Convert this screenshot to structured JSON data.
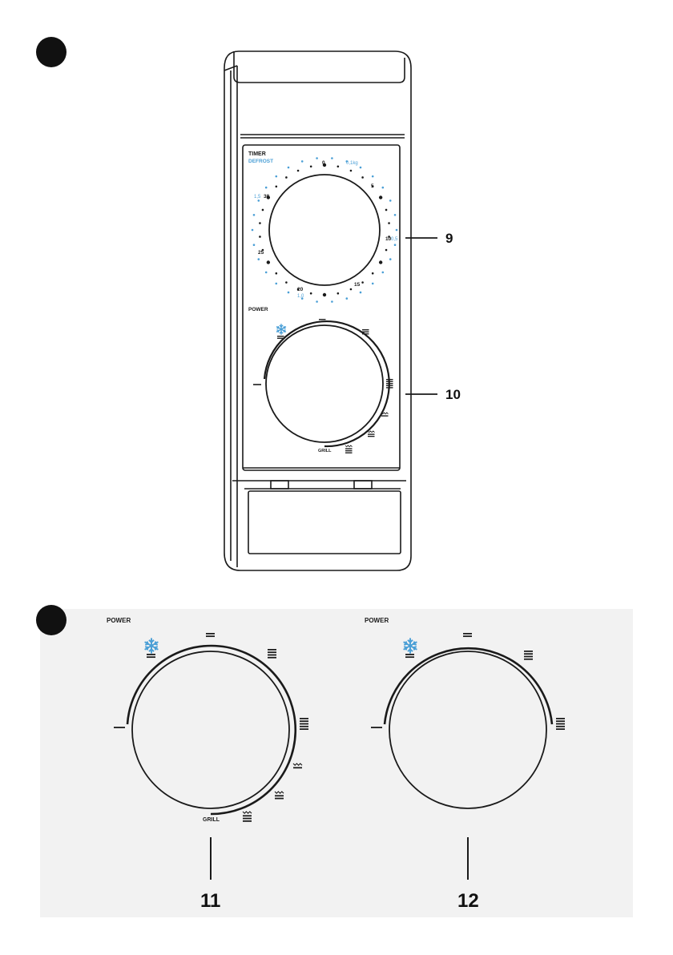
{
  "colors": {
    "accent_blue": "#4a9fd6",
    "line": "#1a1a1a",
    "panel_bg": "#f2f2f2",
    "section_bg": "#f2f2f2"
  },
  "timer_panel": {
    "title": "TIMER",
    "subtitle": "DEFROST",
    "time_labels": [
      "0",
      "5",
      "10",
      "15",
      "20",
      "25",
      "30"
    ],
    "defrost_labels": [
      "0,1kg",
      "0,5",
      "1,0",
      "1,5"
    ]
  },
  "power_panel": {
    "title": "POWER",
    "grill_label": "GRILL"
  },
  "callouts": {
    "timer_knob": "9",
    "power_knob": "10",
    "detail_left": "11",
    "detail_right": "12"
  },
  "detail": {
    "left_title": "POWER",
    "left_grill_label": "GRILL",
    "right_title": "POWER"
  },
  "icons": {
    "defrost": "snowflake-icon",
    "power_levels": "power-level-bars-icon",
    "grill": "grill-icon"
  }
}
